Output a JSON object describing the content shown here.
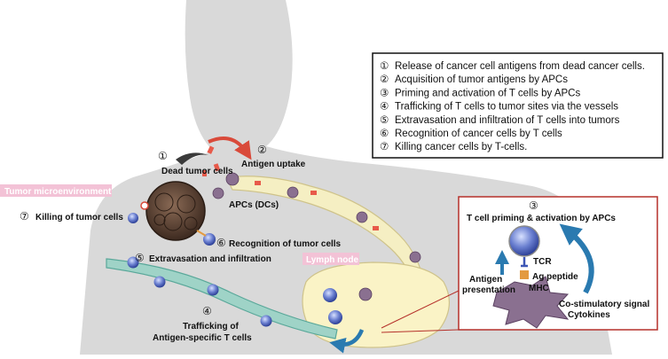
{
  "colors": {
    "silhouette": "#d9d9d9",
    "vessel": "#f5efc3",
    "vessel_border": "#cfc38a",
    "lymph_node": "#faf3c6",
    "tumor": "#5a4030",
    "apc": "#8a7090",
    "t_cell": "#3d56b5",
    "label_tag": "#f3c2d6",
    "inset_border": "#b5302a",
    "arrow_red": "#d94a3a",
    "arrow_blue": "#2a7ab0"
  },
  "legend": {
    "items": [
      {
        "num": "①",
        "text": "Release of cancer cell antigens from dead cancer cells."
      },
      {
        "num": "②",
        "text": "Acquisition of tumor antigens by APCs"
      },
      {
        "num": "③",
        "text": "Priming and activation of T cells by APCs"
      },
      {
        "num": "④",
        "text": "Trafficking of T cells to tumor sites via the vessels"
      },
      {
        "num": "⑤",
        "text": "Extravasation and infiltration of T cells into tumors"
      },
      {
        "num": "⑥",
        "text": "Recognition of cancer cells by T cells"
      },
      {
        "num": "⑦",
        "text": "Killing cancer cells by T-cells."
      }
    ]
  },
  "labels": {
    "n1": "①",
    "dead_tumor_cells": "Dead tumor cells",
    "n2": "②",
    "antigen_uptake": "Antigen uptake",
    "apcs_dcs": "APCs (DCs)",
    "tumor_microenvironment": "Tumor microenvironment",
    "n7": "⑦",
    "killing_of_tumor_cells": "Killing of tumor cells",
    "n6": "⑥",
    "recognition_of_tumor_cells": "Recognition of tumor cells",
    "n5": "⑤",
    "extravasation": "Extravasation and infiltration",
    "lymph_node": "Lymph node",
    "n4": "④",
    "trafficking_1": "Trafficking of",
    "trafficking_2": "Antigen-specific T cells"
  },
  "inset": {
    "num": "③",
    "title": "T cell priming & activation by APCs",
    "tcr": "TCR",
    "ag_peptide": "Ag peptide",
    "mhc": "MHC",
    "antigen": "Antigen",
    "presentation": "presentation",
    "costim": "Co-stimulatory signal",
    "cytokines": "Cytokines"
  }
}
